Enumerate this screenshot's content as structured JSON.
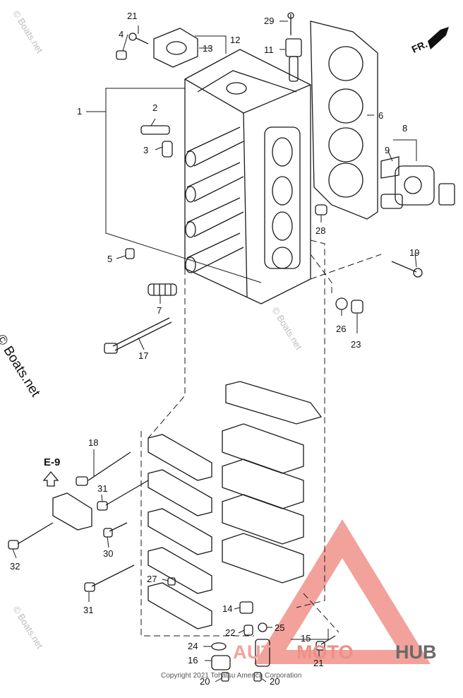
{
  "diagram": {
    "part_labels": [
      {
        "id": "21",
        "text": "21"
      },
      {
        "id": "4",
        "text": "4"
      },
      {
        "id": "12",
        "text": "12"
      },
      {
        "id": "13",
        "text": "13"
      },
      {
        "id": "29",
        "text": "29"
      },
      {
        "id": "11",
        "text": "11"
      },
      {
        "id": "1",
        "text": "1"
      },
      {
        "id": "2",
        "text": "2"
      },
      {
        "id": "3",
        "text": "3"
      },
      {
        "id": "6",
        "text": "6"
      },
      {
        "id": "8",
        "text": "8"
      },
      {
        "id": "9",
        "text": "9"
      },
      {
        "id": "28",
        "text": "28"
      },
      {
        "id": "5",
        "text": "5"
      },
      {
        "id": "19",
        "text": "19"
      },
      {
        "id": "7",
        "text": "7"
      },
      {
        "id": "26",
        "text": "26"
      },
      {
        "id": "23",
        "text": "23"
      },
      {
        "id": "17",
        "text": "17"
      },
      {
        "id": "18",
        "text": "18"
      },
      {
        "id": "31a",
        "text": "31"
      },
      {
        "id": "30",
        "text": "30"
      },
      {
        "id": "32",
        "text": "32"
      },
      {
        "id": "27",
        "text": "27"
      },
      {
        "id": "31b",
        "text": "31"
      },
      {
        "id": "14",
        "text": "14"
      },
      {
        "id": "22",
        "text": "22"
      },
      {
        "id": "25",
        "text": "25"
      },
      {
        "id": "15",
        "text": "15"
      },
      {
        "id": "24",
        "text": "24"
      },
      {
        "id": "16",
        "text": "16"
      },
      {
        "id": "20a",
        "text": "20"
      },
      {
        "id": "20b",
        "text": "20"
      },
      {
        "id": "21b",
        "text": "21"
      }
    ],
    "reference_tag": "E-9",
    "front_arrow": "FR.",
    "watermarks": {
      "main": "© Boats.net",
      "faint": "© Boats.net"
    },
    "copyright": "Copyright 2021 Tohatsu America Corporation",
    "logo": {
      "part1": "AUTO",
      "part2": "MOTO",
      "part3": "HUB"
    },
    "colors": {
      "line": "#1a1a1a",
      "logo_red": "#e8554a",
      "logo_gray": "#6a6a6a"
    }
  }
}
